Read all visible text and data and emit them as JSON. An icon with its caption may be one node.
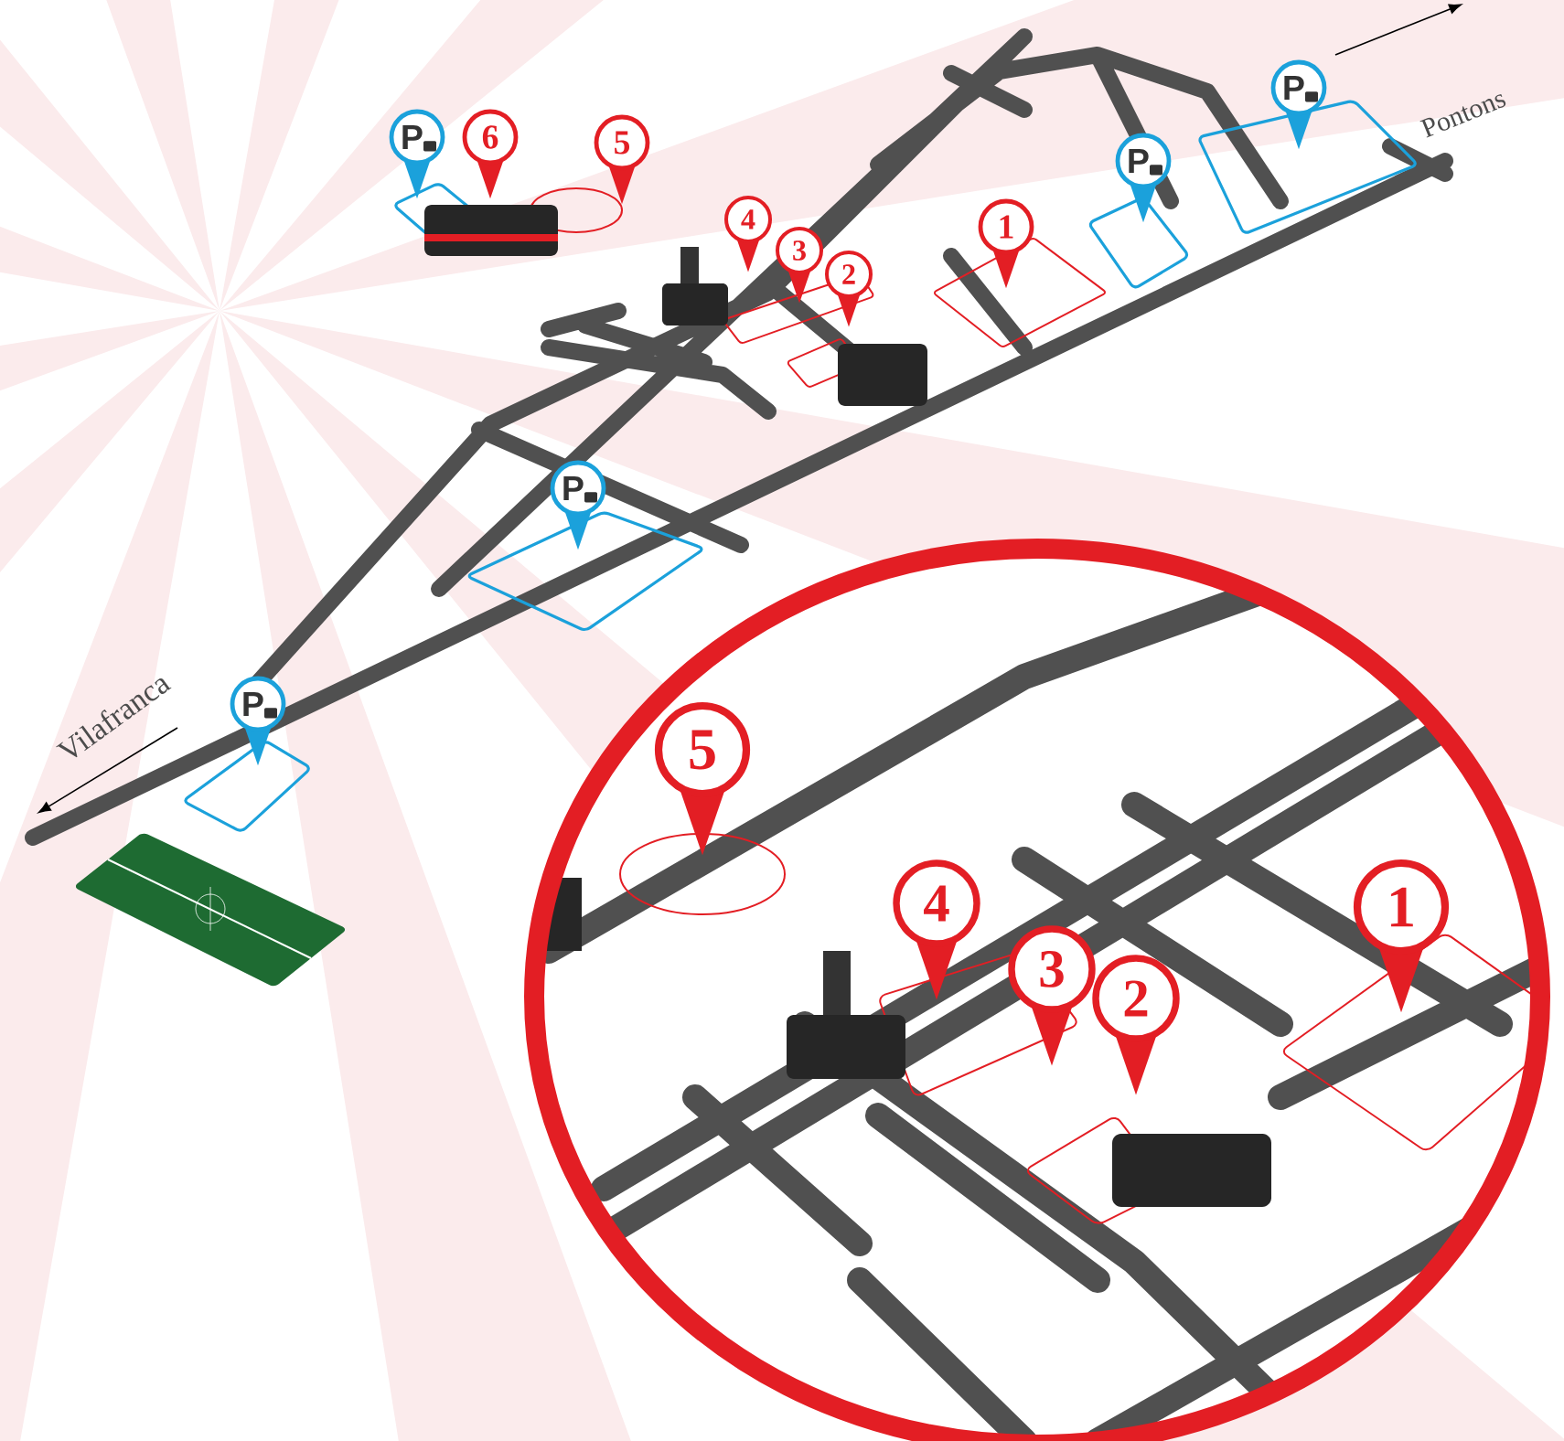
{
  "diagram": {
    "nodes": [
      {
        "text": [
          "P"
        ]
      },
      {
        "text": [
          "P"
        ]
      },
      {
        "text": [
          "6"
        ]
      },
      {
        "text": [
          "5"
        ]
      },
      {
        "text": [
          "P"
        ]
      },
      {
        "text": [
          "4"
        ]
      },
      {
        "text": [
          "1"
        ]
      },
      {
        "text": [
          "3"
        ]
      },
      {
        "text": [
          "2"
        ]
      },
      {
        "text": [
          "P"
        ]
      },
      {
        "text": [
          "P"
        ]
      },
      {
        "text": [
          "5"
        ]
      },
      {
        "text": [
          "4"
        ]
      },
      {
        "text": [
          "1"
        ]
      },
      {
        "text": [
          "3"
        ]
      },
      {
        "text": [
          "2"
        ]
      }
    ],
    "labels": [
      "Pontons",
      "Vilafranca"
    ]
  }
}
